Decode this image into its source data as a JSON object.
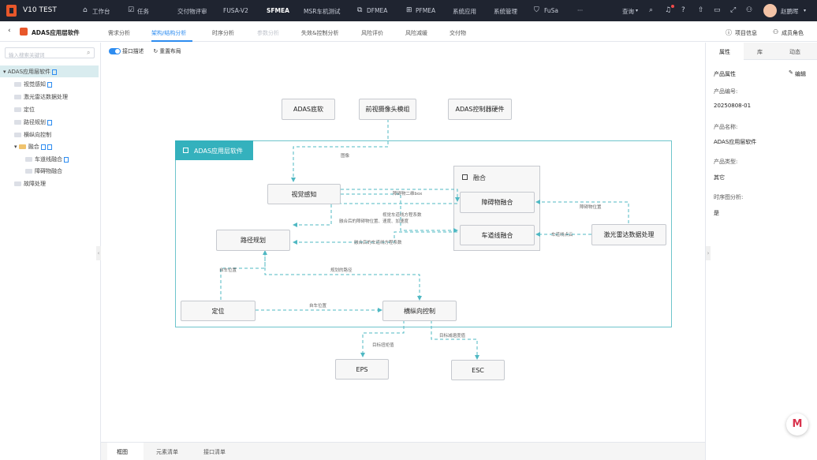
{
  "app": {
    "title": "V10 TEST"
  },
  "topnav": [
    {
      "label": "工作台"
    },
    {
      "label": "任务"
    },
    {
      "label": "交付物评审"
    },
    {
      "label": "FUSA-V2"
    },
    {
      "label": "SFMEA"
    },
    {
      "label": "MSR车机测试"
    },
    {
      "label": "DFMEA"
    },
    {
      "label": "PFMEA"
    },
    {
      "label": "系统应用"
    },
    {
      "label": "系统管理"
    },
    {
      "label": "FuSa"
    },
    {
      "label": "···"
    }
  ],
  "user": {
    "search_label": "查询",
    "name": "赵鹏晖"
  },
  "subheader": {
    "title": "ADAS应用层软件",
    "tabs": [
      "需求分析",
      "架构/结构分析",
      "时序分析",
      "参数分析",
      "失效&控制分析",
      "风险评价",
      "风险减缓",
      "交付物"
    ],
    "project_info": "项目信息",
    "members": "成员角色"
  },
  "sidebar": {
    "search_placeholder": "输入搜索关键词",
    "items": [
      {
        "label": "ADAS应用层软件"
      },
      {
        "label": "视觉感知"
      },
      {
        "label": "激光雷达数据处理"
      },
      {
        "label": "定位"
      },
      {
        "label": "路径规划"
      },
      {
        "label": "横纵向控制"
      },
      {
        "label": "融合"
      },
      {
        "label": "车道线融合"
      },
      {
        "label": "障碍物融合"
      },
      {
        "label": "故障处理"
      }
    ]
  },
  "toolbar": {
    "toggle_label": "接口描述",
    "reset_label": "重置布局"
  },
  "diagram": {
    "group_title": "ADAS应用层软件",
    "fusion_title": "融合",
    "nodes": {
      "adas_base": "ADAS底软",
      "front_camera": "前视摄像头模组",
      "adas_ctrl_hw": "ADAS控制器硬件",
      "vision": "视觉感知",
      "path_plan": "路径规划",
      "obstacle_fusion": "障碍物融合",
      "lane_fusion": "车道线融合",
      "lidar": "激光雷达数据处理",
      "localization": "定位",
      "lat_lon_ctrl": "横纵向控制",
      "eps": "EPS",
      "esc": "ESC"
    },
    "edges": {
      "image": "图像",
      "obs_2d": "障碍物二维box",
      "lane_coef": "视觉车道线方程系数",
      "obs_fused": "融合后的障碍物位置、速度、加速度",
      "lane_fused": "融合后的车道线方程系数",
      "obs_pos": "障碍物位置",
      "lane_point": "车道线点云",
      "ego_pos1": "自车位置",
      "planned": "规划的路径",
      "ego_pos2": "自车位置",
      "steer": "目标扭矩值",
      "accel": "目标减速度值"
    }
  },
  "bottom_tabs": [
    "框图",
    "元素清单",
    "接口清单"
  ],
  "rightpanel": {
    "tabs": [
      "属性",
      "库",
      "动态"
    ],
    "section": "产品属性",
    "edit": "编辑",
    "props": [
      {
        "key": "产品编号:",
        "value": "20250808-01"
      },
      {
        "key": "产品名称:",
        "value": "ADAS应用层软件"
      },
      {
        "key": "产品类型:",
        "value": "其它"
      },
      {
        "key": "时序图分析:",
        "value": "是"
      }
    ]
  },
  "colors": {
    "accent": "#2d8cf0",
    "teal": "#34b1bd",
    "topbar": "#1f2430"
  }
}
